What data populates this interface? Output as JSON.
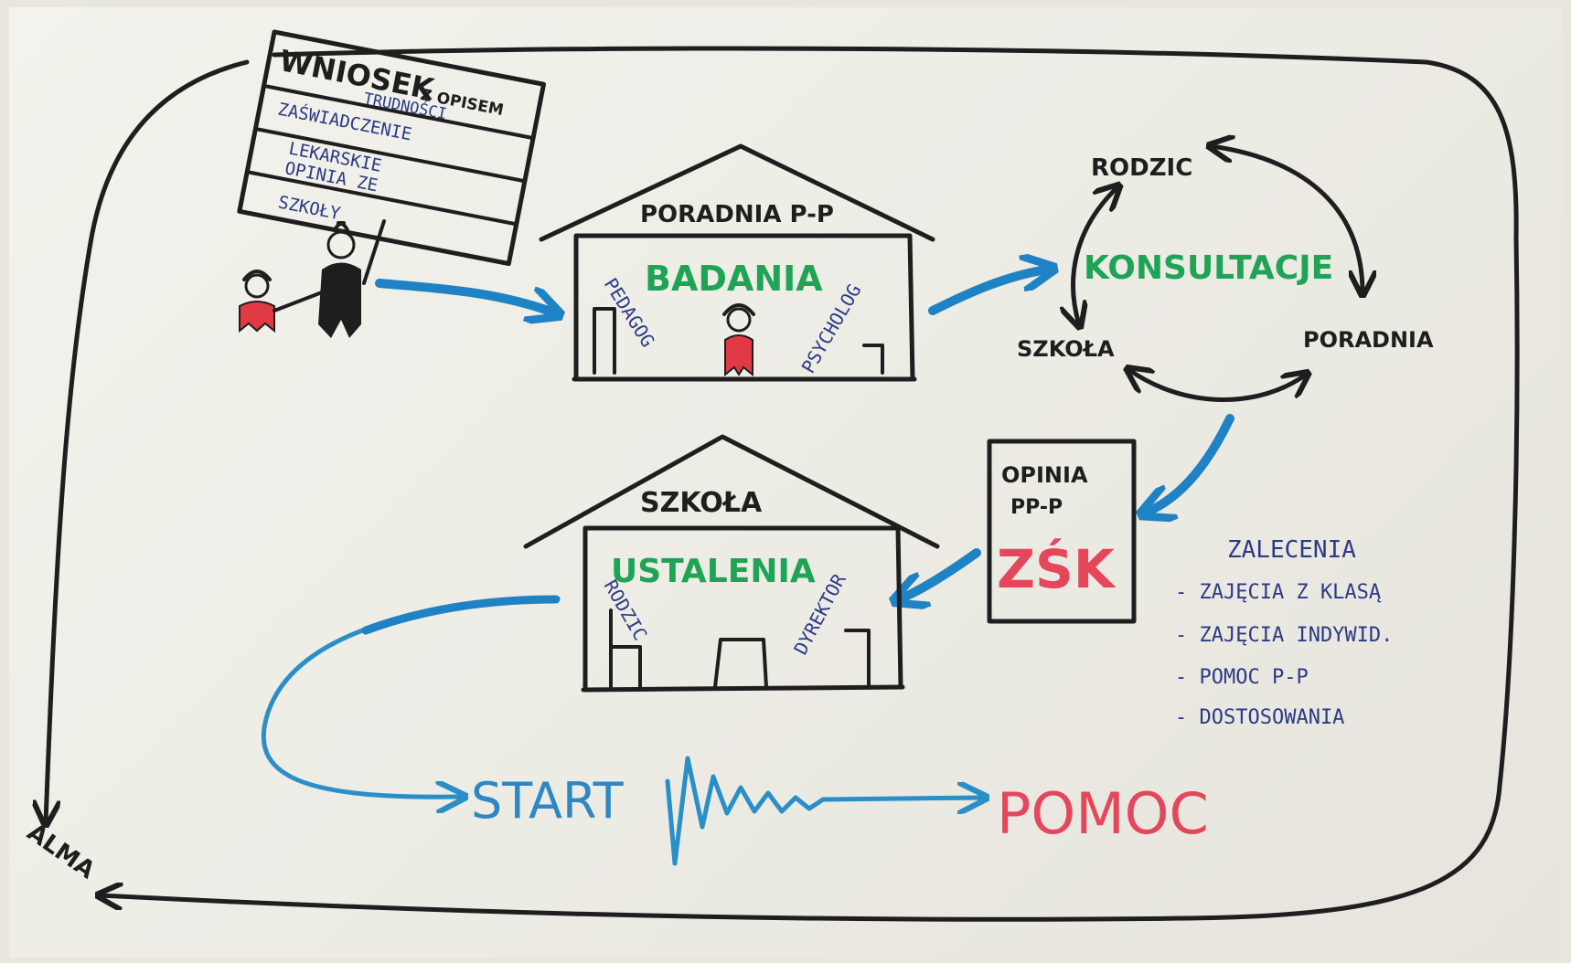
{
  "frame": {
    "signature": "ALMA"
  },
  "request": {
    "title": "WNIOSEK",
    "title_suffix": "Z OPISEM",
    "line1": "TRUDNOŚCI",
    "line2": "ZAŚWIADCZENIE",
    "line3": "LEKARSKIE",
    "line4": "OPINIA ZE",
    "line5": "SZKOŁY"
  },
  "counseling_center": {
    "roof_label": "PORADNIA P-P",
    "activity": "BADANIA",
    "left_person": "PEDAGOG",
    "right_person": "PSYCHOLOG"
  },
  "consultation": {
    "center": "KONSULTACJE",
    "parent": "RODZIC",
    "school": "SZKOŁA",
    "counseling": "PORADNIA"
  },
  "opinion": {
    "title_line1": "OPINIA",
    "title_line2": "PP-P",
    "code": "ZŚK"
  },
  "recommendations": {
    "title": "ZALECENIA",
    "items": [
      "- ZAJĘCIA Z KLASĄ",
      "- ZAJĘCIA INDYWID.",
      "- POMOC P-P",
      "- DOSTOSOWANIA"
    ]
  },
  "school": {
    "roof_label": "SZKOŁA",
    "activity": "USTALENIA",
    "left_person": "RODZIC",
    "right_person": "DYREKTOR"
  },
  "flow": {
    "start": "START",
    "end": "POMOC"
  },
  "colors": {
    "ink_black": "#1e1e1e",
    "ink_green": "#1fa456",
    "ink_blue": "#2c87c4",
    "ink_red": "#e4475b",
    "ink_navy": "#2a3a86"
  }
}
